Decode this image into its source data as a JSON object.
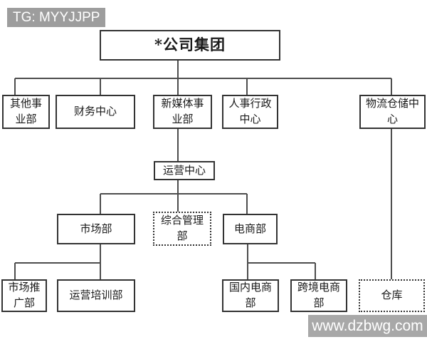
{
  "overlay": {
    "badge": "TG: MYYJJPP",
    "watermark": "www.dzbwg.com"
  },
  "org_chart": {
    "root": {
      "id": "company-group",
      "label": "*公司集团",
      "border": "solid"
    },
    "level2": [
      {
        "id": "other-division",
        "label": "其他事\n业部",
        "border": "solid",
        "parent": "company-group"
      },
      {
        "id": "finance-center",
        "label": "财务中心",
        "border": "solid",
        "parent": "company-group"
      },
      {
        "id": "new-media-division",
        "label": "新媒体事\n业部",
        "border": "solid",
        "parent": "company-group"
      },
      {
        "id": "hr-admin-center",
        "label": "人事行政\n中心",
        "border": "solid",
        "parent": "company-group"
      },
      {
        "id": "logistics-warehouse-center",
        "label": "物流仓储中\n心",
        "border": "solid",
        "parent": "company-group"
      }
    ],
    "level3": [
      {
        "id": "operations-center",
        "label": "运营中心",
        "border": "solid",
        "parent": "new-media-division"
      }
    ],
    "level4": [
      {
        "id": "marketing-dept",
        "label": "市场部",
        "border": "solid",
        "parent": "operations-center"
      },
      {
        "id": "general-management-dept",
        "label": "综合管理\n部",
        "border": "dotted",
        "parent": "operations-center"
      },
      {
        "id": "ecommerce-dept",
        "label": "电商部",
        "border": "solid",
        "parent": "operations-center"
      }
    ],
    "level5": [
      {
        "id": "market-promotion-dept",
        "label": "市场推\n广部",
        "border": "solid",
        "parent": "marketing-dept"
      },
      {
        "id": "operations-training-dept",
        "label": "运营培训部",
        "border": "solid",
        "parent": "marketing-dept"
      },
      {
        "id": "domestic-ecommerce-dept",
        "label": "国内电商\n部",
        "border": "solid",
        "parent": "ecommerce-dept"
      },
      {
        "id": "cross-border-ecommerce-dept",
        "label": "跨境电商\n部",
        "border": "solid",
        "parent": "ecommerce-dept"
      },
      {
        "id": "warehouse",
        "label": "仓库",
        "border": "dotted",
        "parent": "logistics-warehouse-center"
      }
    ]
  },
  "colors": {
    "line": "#4d4d4d",
    "box_border": "#333333",
    "badge_bg": "#9d9d9d",
    "watermark_bg": "#a8a8a8",
    "background": "#ffffff"
  }
}
